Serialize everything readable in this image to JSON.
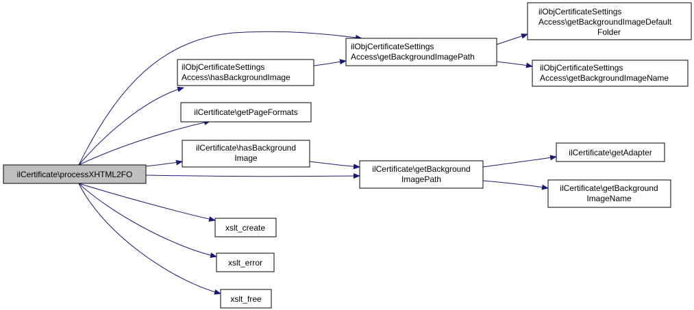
{
  "colors": {
    "edge": "#191970",
    "node_border": "#000000",
    "node_fill": "#ffffff",
    "root_fill": "#bfbfbf"
  },
  "nodes": {
    "root": [
      "ilCertificate\\processXHTML2FO"
    ],
    "has_bg_settings": [
      "ilObjCertificateSettings",
      "Access\\hasBackgroundImage"
    ],
    "get_bg_path_settings": [
      "ilObjCertificateSettings",
      "Access\\getBackgroundImagePath"
    ],
    "get_bg_default_folder": [
      "ilObjCertificateSettings",
      "Access\\getBackgroundImageDefault",
      "Folder"
    ],
    "get_bg_name_settings": [
      "ilObjCertificateSettings",
      "Access\\getBackgroundImageName"
    ],
    "get_page_formats": [
      "ilCertificate\\getPageFormats"
    ],
    "has_bg_cert": [
      "ilCertificate\\hasBackground",
      "Image"
    ],
    "get_bg_path_cert": [
      "ilCertificate\\getBackground",
      "ImagePath"
    ],
    "get_adapter": [
      "ilCertificate\\getAdapter"
    ],
    "get_bg_name_cert": [
      "ilCertificate\\getBackground",
      "ImageName"
    ],
    "xslt_create": [
      "xslt_create"
    ],
    "xslt_error": [
      "xslt_error"
    ],
    "xslt_free": [
      "xslt_free"
    ]
  }
}
